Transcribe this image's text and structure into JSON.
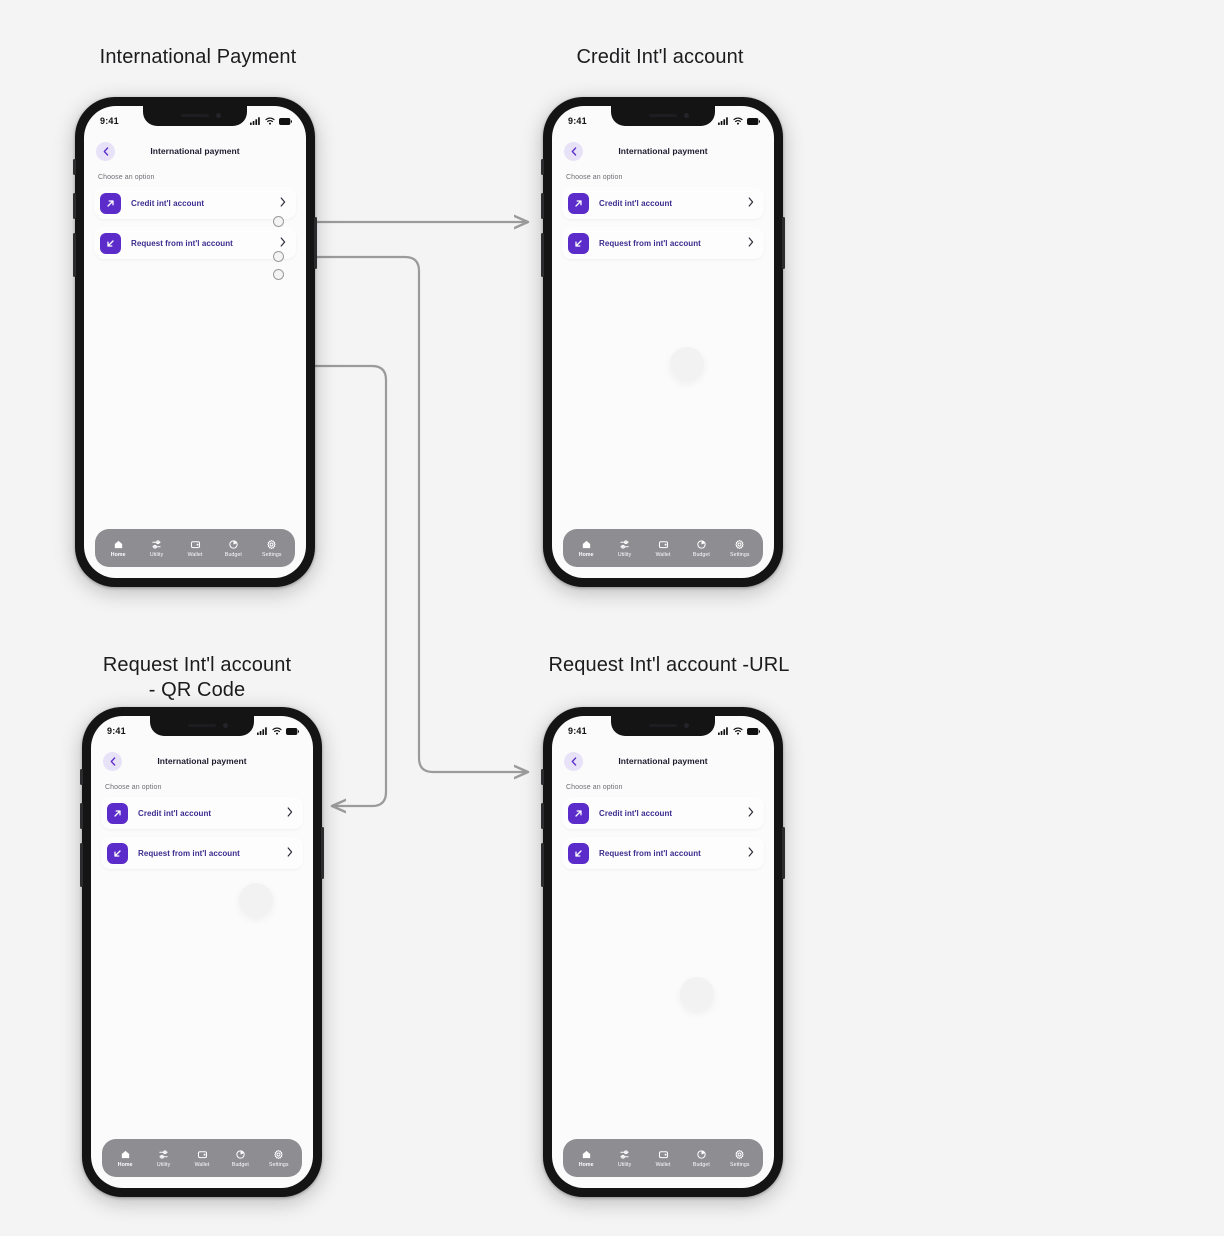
{
  "canvas": {
    "background": "#f4f4f4",
    "accent_purple": "#5b2cc9",
    "label_purple": "#3c2b8f",
    "connector_gray": "#9b9b9b"
  },
  "screens": [
    {
      "id": "international-payment",
      "flow_title": "International Payment",
      "status_bar": {
        "time": "9:41",
        "icons": [
          "signal-icon",
          "wifi-icon",
          "battery-icon"
        ]
      },
      "header": {
        "back": "back-chevron-icon",
        "title": "International payment"
      },
      "section_label": "Choose an option",
      "options": [
        {
          "icon": "arrow-up-right-icon",
          "label": "Credit int'l account",
          "chevron": "chevron-right-icon"
        },
        {
          "icon": "arrow-down-left-icon",
          "label": "Request from int'l account",
          "chevron": "chevron-right-icon"
        }
      ],
      "tabs": [
        {
          "icon": "home-icon",
          "label": "Home",
          "active": true
        },
        {
          "icon": "utility-icon",
          "label": "Utility",
          "active": false
        },
        {
          "icon": "wallet-icon",
          "label": "Wallet",
          "active": false
        },
        {
          "icon": "budget-icon",
          "label": "Budget",
          "active": false
        },
        {
          "icon": "settings-gear-icon",
          "label": "Settings",
          "active": false
        }
      ],
      "tap_indicator": false
    },
    {
      "id": "credit-intl-account",
      "flow_title": "Credit Int'l account",
      "status_bar": {
        "time": "9:41",
        "icons": [
          "signal-icon",
          "wifi-icon",
          "battery-icon"
        ]
      },
      "header": {
        "back": "back-chevron-icon",
        "title": "International payment"
      },
      "section_label": "Choose an option",
      "options": [
        {
          "icon": "arrow-up-right-icon",
          "label": "Credit int'l account",
          "chevron": "chevron-right-icon"
        },
        {
          "icon": "arrow-down-left-icon",
          "label": "Request from int'l account",
          "chevron": "chevron-right-icon"
        }
      ],
      "tabs": [
        {
          "icon": "home-icon",
          "label": "Home",
          "active": true
        },
        {
          "icon": "utility-icon",
          "label": "Utility",
          "active": false
        },
        {
          "icon": "wallet-icon",
          "label": "Wallet",
          "active": false
        },
        {
          "icon": "budget-icon",
          "label": "Budget",
          "active": false
        },
        {
          "icon": "settings-gear-icon",
          "label": "Settings",
          "active": false
        }
      ],
      "tap_indicator": true
    },
    {
      "id": "request-intl-account-qr",
      "flow_title": "Request Int'l account\n- QR Code",
      "status_bar": {
        "time": "9:41",
        "icons": [
          "signal-icon",
          "wifi-icon",
          "battery-icon"
        ]
      },
      "header": {
        "back": "back-chevron-icon",
        "title": "International payment"
      },
      "section_label": "Choose an option",
      "options": [
        {
          "icon": "arrow-up-right-icon",
          "label": "Credit int'l account",
          "chevron": "chevron-right-icon"
        },
        {
          "icon": "arrow-down-left-icon",
          "label": "Request from int'l account",
          "chevron": "chevron-right-icon"
        }
      ],
      "tabs": [
        {
          "icon": "home-icon",
          "label": "Home",
          "active": true
        },
        {
          "icon": "utility-icon",
          "label": "Utility",
          "active": false
        },
        {
          "icon": "wallet-icon",
          "label": "Wallet",
          "active": false
        },
        {
          "icon": "budget-icon",
          "label": "Budget",
          "active": false
        },
        {
          "icon": "settings-gear-icon",
          "label": "Settings",
          "active": false
        }
      ],
      "tap_indicator": true
    },
    {
      "id": "request-intl-account-url",
      "flow_title": "Request Int'l account -URL",
      "status_bar": {
        "time": "9:41",
        "icons": [
          "signal-icon",
          "wifi-icon",
          "battery-icon"
        ]
      },
      "header": {
        "back": "back-chevron-icon",
        "title": "International payment"
      },
      "section_label": "Choose an option",
      "options": [
        {
          "icon": "arrow-up-right-icon",
          "label": "Credit int'l account",
          "chevron": "chevron-right-icon"
        },
        {
          "icon": "arrow-down-left-icon",
          "label": "Request from int'l account",
          "chevron": "chevron-right-icon"
        }
      ],
      "tabs": [
        {
          "icon": "home-icon",
          "label": "Home",
          "active": true
        },
        {
          "icon": "utility-icon",
          "label": "Utility",
          "active": false
        },
        {
          "icon": "wallet-icon",
          "label": "Wallet",
          "active": false
        },
        {
          "icon": "budget-icon",
          "label": "Budget",
          "active": false
        },
        {
          "icon": "settings-gear-icon",
          "label": "Settings",
          "active": false
        }
      ],
      "tap_indicator": true
    }
  ],
  "connectors": [
    {
      "from": "credit-option-node",
      "to": "credit-intl-account",
      "style": "straight-arrow"
    },
    {
      "from": "request-option-node",
      "to": "request-intl-account-url",
      "style": "elbow-arrow"
    },
    {
      "from": "third-node",
      "to": "request-intl-account-qr",
      "style": "elbow-arrow"
    }
  ]
}
